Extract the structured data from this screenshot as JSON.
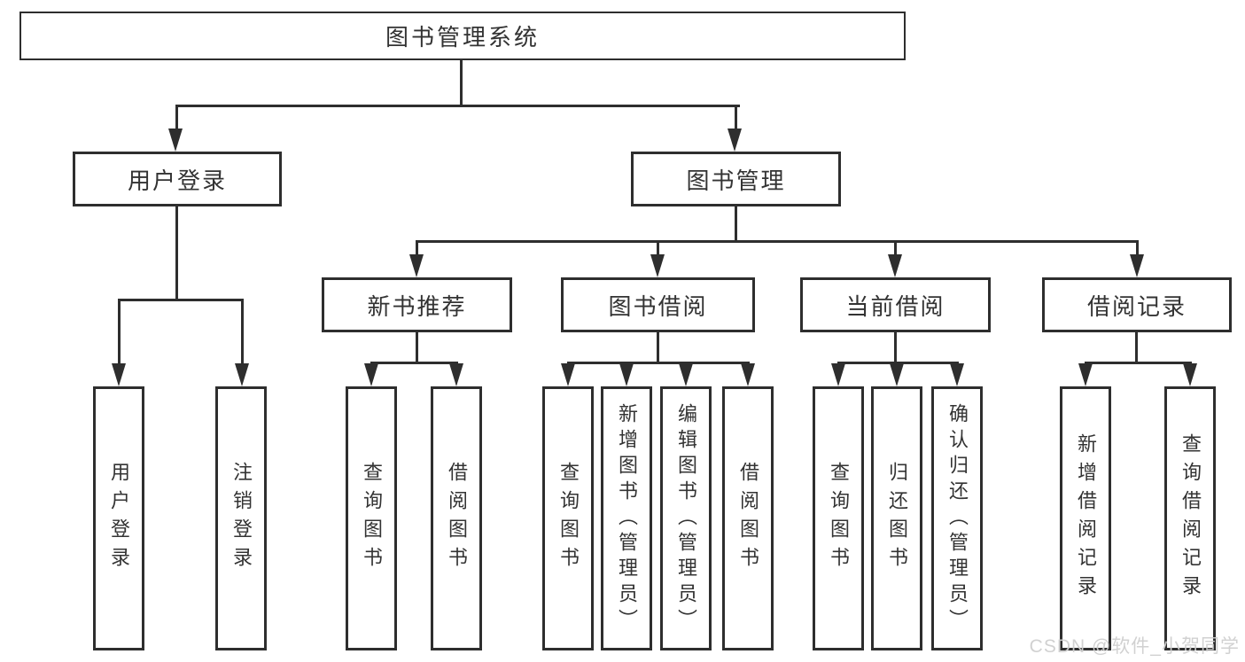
{
  "title": "图书管理系统",
  "watermark": "CSDN @软件_小贺同学",
  "colors": {
    "background": "#ffffff",
    "line": "#2e2e2e",
    "box_border": "#2e2e2e",
    "text": "#333333",
    "watermark": "#cfcfcf"
  },
  "hierarchy": {
    "root": "图书管理系统",
    "children": [
      {
        "label": "用户登录",
        "children": [
          "用户登录",
          "注销登录"
        ]
      },
      {
        "label": "图书管理",
        "children": [
          {
            "label": "新书推荐",
            "children": [
              "查询图书",
              "借阅图书"
            ]
          },
          {
            "label": "图书借阅",
            "children": [
              "查询图书",
              "新增图书（管理员）",
              "编辑图书（管理员）",
              "借阅图书"
            ]
          },
          {
            "label": "当前借阅",
            "children": [
              "查询图书",
              "归还图书",
              "确认归还（管理员）"
            ]
          },
          {
            "label": "借阅记录",
            "children": [
              "新增借阅记录",
              "查询借阅记录"
            ]
          }
        ]
      }
    ]
  }
}
